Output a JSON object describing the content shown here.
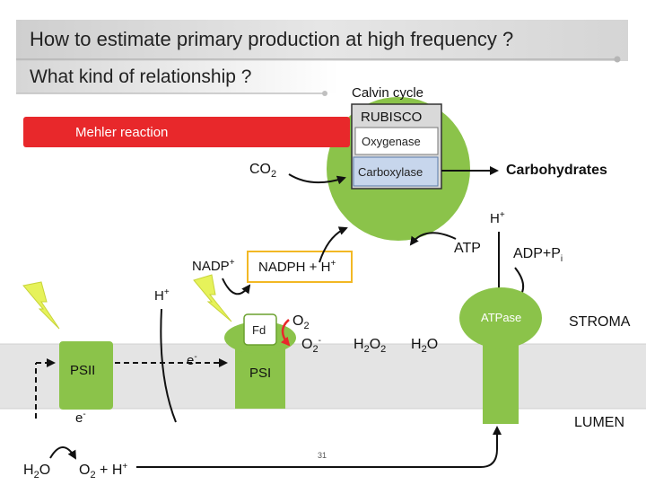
{
  "title": "How to estimate primary production at high frequency ?",
  "subtitle": "What kind of relationship ?",
  "calvin": {
    "title": "Calvin cycle",
    "rubisco": "RUBISCO",
    "oxygenase": "Oxygenase",
    "carboxylase": "Carboxylase"
  },
  "mehler": "Mehler reaction",
  "labels": {
    "co2": "CO",
    "co2_sub": "2",
    "carbohydrates": "Carbohydrates",
    "h_plus_top": "H",
    "h_plus_top_sup": "+",
    "atp": "ATP",
    "adp_pi": "ADP+P",
    "adp_pi_sub": "i",
    "nadp": "NADP",
    "nadp_sup": "+",
    "nadph_h": "NADPH + H",
    "nadph_h_sup": "+",
    "h_plus_left": "H",
    "h_plus_left_sup": "+",
    "fd": "Fd",
    "o2_a": "O",
    "o2_a_sub": "2",
    "o2_radical": "O",
    "o2_radical_sub": "2",
    "o2_radical_sup": "-",
    "h2o2": "H",
    "h2o2_sub1": "2",
    "h2o2_mid": "O",
    "h2o2_sub2": "2",
    "h2o": "H",
    "h2o_sub": "2",
    "h2o_end": "O",
    "atpase": "ATPase",
    "stroma": "STROMA",
    "psii": "PSII",
    "electron_mid": "e",
    "electron_mid_sup": "-",
    "psi": "PSI",
    "electron_left": "e",
    "electron_left_sup": "-",
    "lumen": "LUMEN",
    "water": "H",
    "water_sub": "2",
    "water_end": "O",
    "o2_h": "O",
    "o2_h_sub": "2",
    "o2_h_end": " + H",
    "o2_h_sup": "+",
    "page_number": "31"
  },
  "colors": {
    "green": "#8bc34a",
    "green_dark": "#6aa12e",
    "red": "#e8282b",
    "yellow_box": "#f2b824",
    "lightning": "#e6f25a",
    "membrane": "#e4e4e4",
    "blue_box": "#c7d6ec"
  }
}
